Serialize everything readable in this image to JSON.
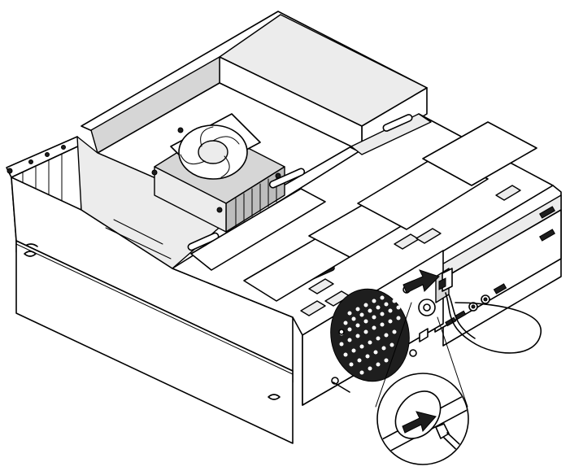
{
  "figure": {
    "subject": "desktop-computer-chassis-cover-removed",
    "callout": "cable-inserted-into-cover-presence-switch-hole",
    "arrows": [
      "install-direction-arrow-main",
      "install-direction-arrow-detail"
    ],
    "colors": {
      "line": "#000000",
      "background": "#ffffff",
      "light_shade": "#ececec",
      "mid_shade": "#d6d6d6",
      "dark_shade": "#1e1e1e"
    }
  }
}
